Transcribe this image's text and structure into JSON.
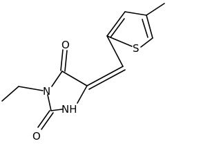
{
  "structure": {
    "atoms": {
      "sulfur": "S",
      "nitrogen": "N",
      "nh": "NH",
      "carbonyl_oxygen_top": "O",
      "carbonyl_oxygen_bottom": "O"
    }
  }
}
